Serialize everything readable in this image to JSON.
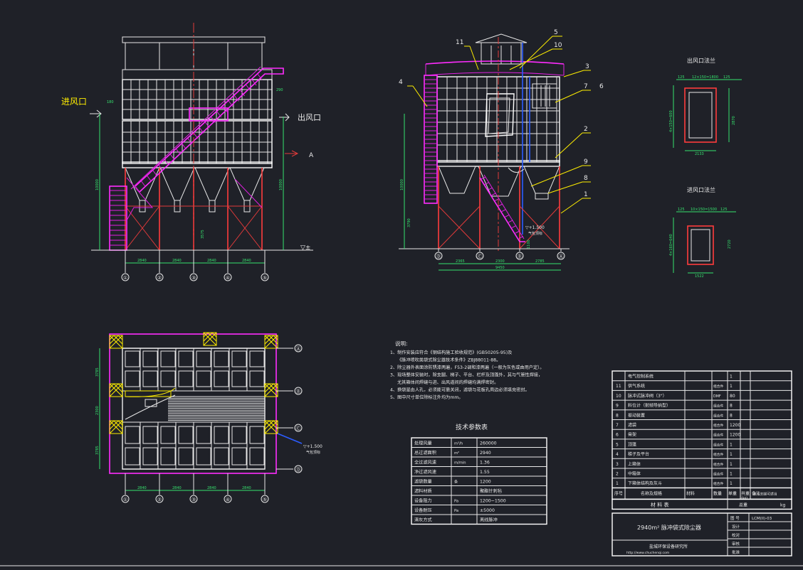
{
  "colors": {
    "background": "#1f2128",
    "line_white": "#e8e8e8",
    "line_red": "#e23a3a",
    "line_magenta": "#e020e0",
    "line_yellow": "#ffee00",
    "line_green": "#36e36e",
    "line_blue": "#2c5cff"
  },
  "front_view": {
    "inlet_label": "进风口",
    "outlet_label": "出风口",
    "section_mark": "A",
    "ground_mark": "▽±",
    "axis_labels": [
      "①",
      "②",
      "③",
      "④",
      "⑤"
    ],
    "bay_dims": [
      "2840",
      "2840",
      "2840",
      "2840"
    ],
    "height_dims": [
      "10000",
      "10000",
      "3575"
    ],
    "small_dims": [
      "180",
      "290"
    ]
  },
  "side_view": {
    "callouts": [
      "11",
      "5",
      "10",
      "3",
      "4",
      "7",
      "6",
      "2",
      "9",
      "8",
      "1"
    ],
    "elevation_mark": "▽+1.500",
    "elevation_sub": "气包顶标",
    "axis_labels": [
      "Ⓓ",
      "Ⓒ",
      "Ⓑ",
      "Ⓐ"
    ],
    "bay_dims": [
      "2365",
      "2300",
      "2785"
    ],
    "total_dim": "9450",
    "height_dims": [
      "10000",
      "3790",
      "1100"
    ]
  },
  "flange_outlet": {
    "title": "出风口法兰",
    "dims": [
      "2133",
      "125",
      "12×150=1800",
      "125",
      "2870",
      "4×150=600"
    ]
  },
  "flange_inlet": {
    "title": "进风口法兰",
    "dims": [
      "1522",
      "125",
      "10×150=1500",
      "125",
      "2720",
      "4×160=640"
    ]
  },
  "plan_view": {
    "axis_labels": [
      "Ⓐ",
      "Ⓑ",
      "Ⓒ",
      "Ⓓ"
    ],
    "bottom_axis_labels": [
      "①",
      "②",
      "③",
      "④",
      "⑤"
    ],
    "bay_dims": [
      "2840",
      "2840",
      "2840",
      "2840"
    ],
    "left_dims": [
      "3785",
      "2300",
      "3785"
    ],
    "elevation_mark": "▽+1.500",
    "elevation_sub": "气包顶标"
  },
  "notes": {
    "title": "说明:",
    "lines": [
      "1、制作安装应符合《钢结构施工验收规范》(GB50205-95)及",
      "《脉冲喷吹类袋式除尘器技术条件》ZBJ88011-88。",
      "2、除尘器外表面涂防锈漆两遍，F53-2调和漆两遍（一般为灰色或由用户定）。",
      "3、现场整体安装时，除支腿、梯子、平台、栏杆及顶篷外，其与气管性焊接，",
      "尤其箱体间焊缝与进、出风道间的焊缝均满焊密封。",
      "4、换袋是由人孔，必须能可靠关闭，滤袋与花板孔周边必须填充密封。",
      "5、图中尺寸单位除标注外均为mm。"
    ]
  },
  "params_table": {
    "title": "技术参数表",
    "rows": [
      [
        "处理风量",
        "m³/h",
        "260000"
      ],
      [
        "总过滤面积",
        "m²",
        "2940"
      ],
      [
        "全过滤风速",
        "m/min",
        "1.36"
      ],
      [
        "净过滤风速",
        "",
        "1.55"
      ],
      [
        "滤袋数量",
        "条",
        "1200"
      ],
      [
        "滤料材质",
        "",
        "聚酯针刺毡"
      ],
      [
        "设备阻力",
        "Pa",
        "1200~1500"
      ],
      [
        "设备耐压",
        "Pa",
        "±5000"
      ],
      [
        "清灰方式",
        "",
        "离线脉冲"
      ]
    ]
  },
  "bom": {
    "rows": [
      [
        "",
        "电气控制系统",
        "",
        "",
        "1"
      ],
      [
        "11",
        "供气系统",
        "",
        "组合件",
        "1"
      ],
      [
        "10",
        "脉冲式脉冲阀（3\"）",
        "",
        "DMF",
        "80"
      ],
      [
        "9",
        "料位计（射频导纳型）",
        "",
        "组合件",
        "8"
      ],
      [
        "8",
        "振动装置",
        "",
        "组合件",
        "8"
      ],
      [
        "7",
        "滤袋",
        "",
        "组合件",
        "1200"
      ],
      [
        "6",
        "骨架",
        "",
        "组合件",
        "1200"
      ],
      [
        "5",
        "顶篷",
        "",
        "组合件",
        "1"
      ],
      [
        "4",
        "梯子及平台",
        "",
        "组合件",
        "1"
      ],
      [
        "3",
        "上箱体",
        "",
        "组合件",
        "1"
      ],
      [
        "2",
        "中箱体",
        "",
        "组合件",
        "1"
      ],
      [
        "1",
        "下箱体结构及灰斗",
        "",
        "组合件",
        "1"
      ]
    ],
    "header": [
      "序号",
      "名称及规格",
      "材料",
      "数量",
      "单重",
      "共重",
      "备注"
    ],
    "header_sub": [
      "(kg)"
    ],
    "remark": "灰斗支腿可适当",
    "materials_label": "材  料  表",
    "total_label": "总重",
    "unit_kg": "kg"
  },
  "title_block": {
    "drawing_title": "2940m² 脉冲袋式除尘器",
    "drawing_no_label": "图 号",
    "drawing_no": "LCM(II)-03",
    "role_labels": [
      "设计",
      "校对",
      "审核",
      "批准"
    ],
    "company": "盐城环保设备研究所",
    "url": "http://www.chuchenqi.com"
  }
}
